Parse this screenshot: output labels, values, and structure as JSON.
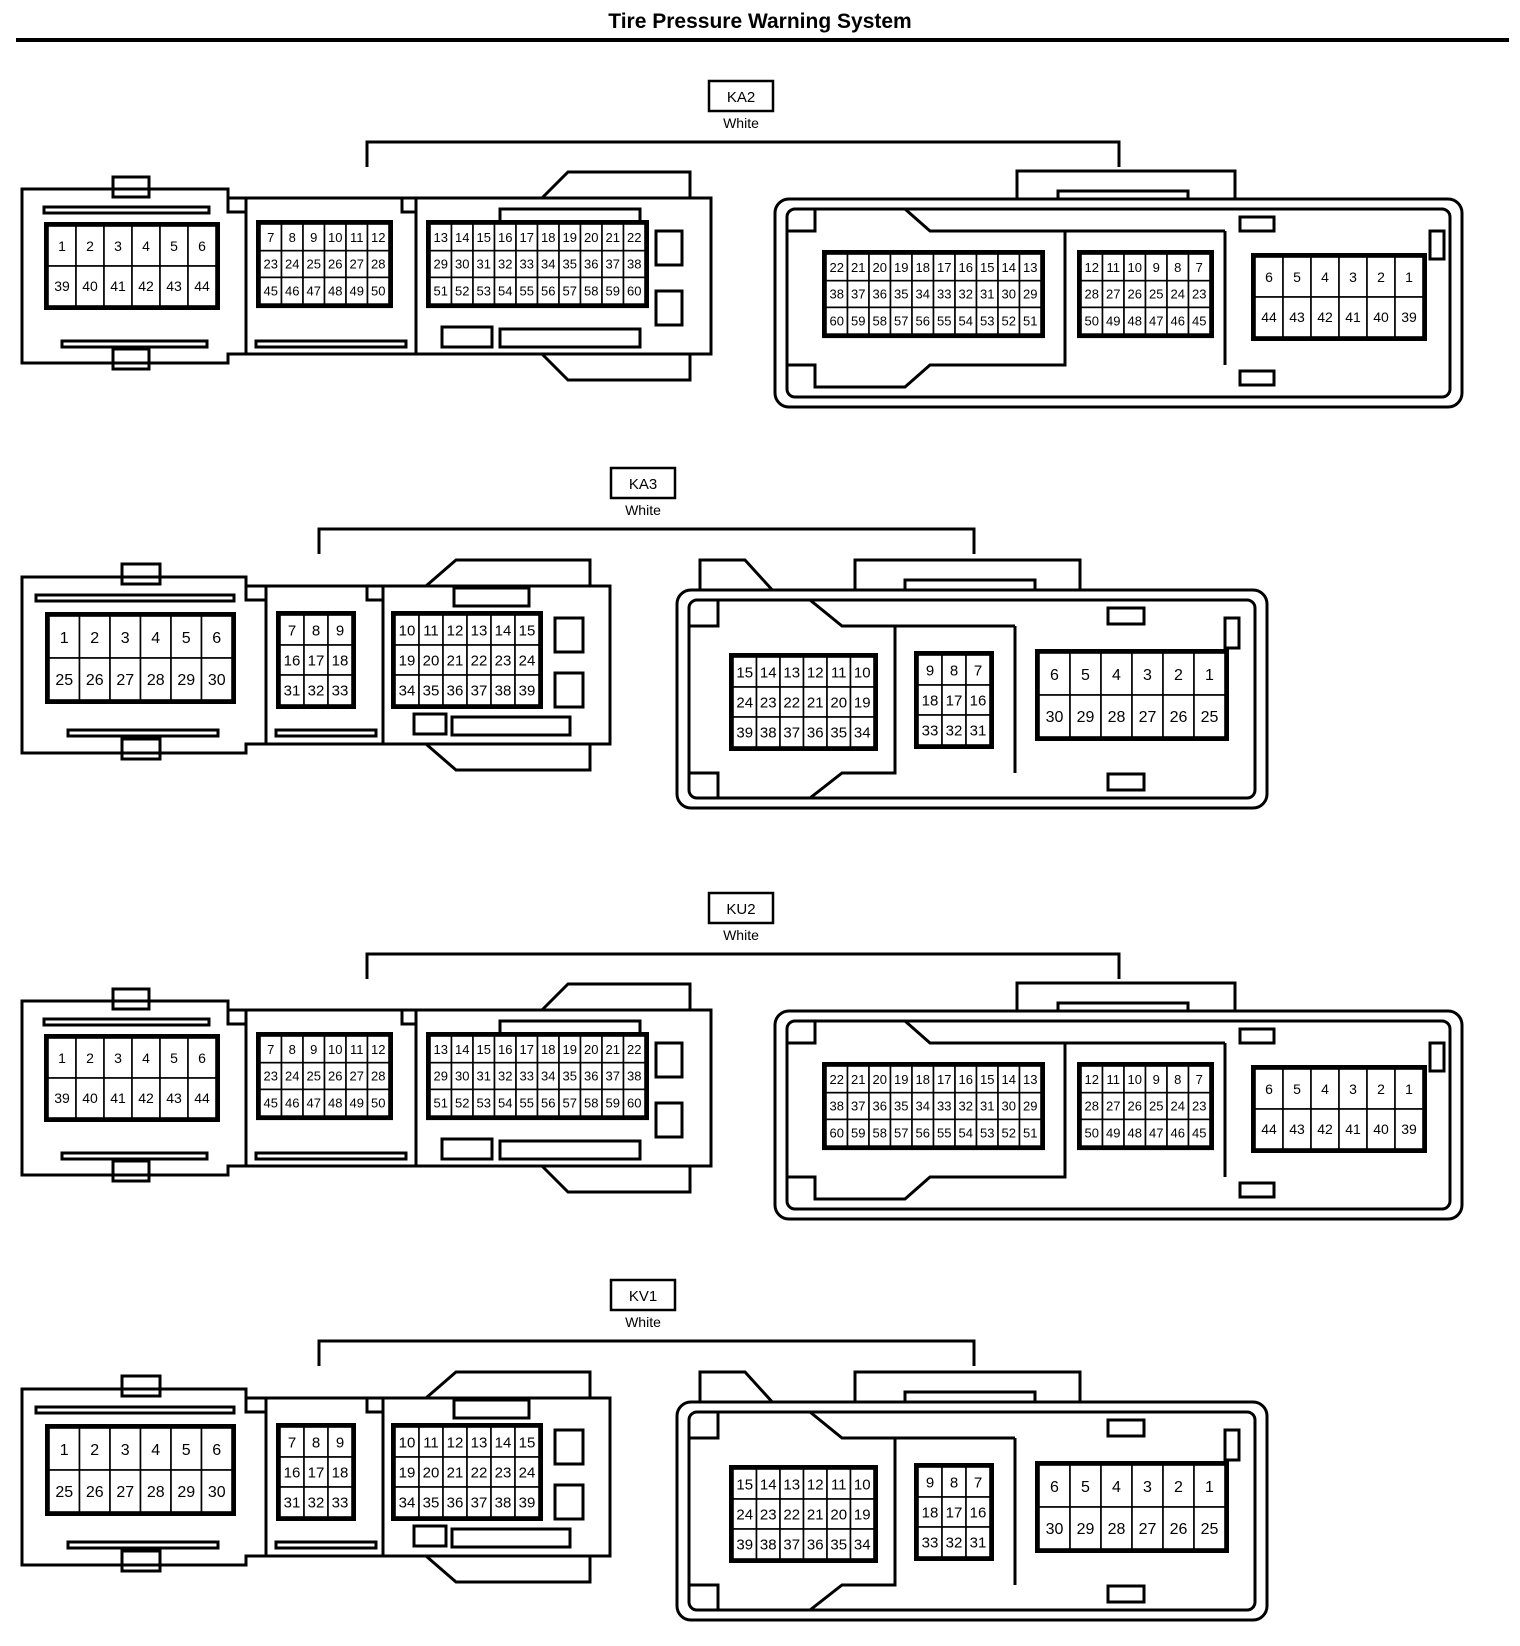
{
  "title": "Tire Pressure Warning System",
  "connectors": [
    {
      "code": "KA2",
      "color_label": "White",
      "style": "large",
      "left_view": {
        "blocks": [
          [
            [
              "1",
              "2",
              "3",
              "4",
              "5",
              "6"
            ],
            [
              "39",
              "40",
              "41",
              "42",
              "43",
              "44"
            ]
          ],
          [
            [
              "7",
              "8",
              "9",
              "10",
              "11",
              "12"
            ],
            [
              "23",
              "24",
              "25",
              "26",
              "27",
              "28"
            ],
            [
              "45",
              "46",
              "47",
              "48",
              "49",
              "50"
            ]
          ],
          [
            [
              "13",
              "14",
              "15",
              "16",
              "17",
              "18",
              "19",
              "20",
              "21",
              "22"
            ],
            [
              "29",
              "30",
              "31",
              "32",
              "33",
              "34",
              "35",
              "36",
              "37",
              "38"
            ],
            [
              "51",
              "52",
              "53",
              "54",
              "55",
              "56",
              "57",
              "58",
              "59",
              "60"
            ]
          ]
        ]
      },
      "right_view": {
        "blocks": [
          [
            [
              "22",
              "21",
              "20",
              "19",
              "18",
              "17",
              "16",
              "15",
              "14",
              "13"
            ],
            [
              "38",
              "37",
              "36",
              "35",
              "34",
              "33",
              "32",
              "31",
              "30",
              "29"
            ],
            [
              "60",
              "59",
              "58",
              "57",
              "56",
              "55",
              "54",
              "53",
              "52",
              "51"
            ]
          ],
          [
            [
              "12",
              "11",
              "10",
              "9",
              "8",
              "7"
            ],
            [
              "28",
              "27",
              "26",
              "25",
              "24",
              "23"
            ],
            [
              "50",
              "49",
              "48",
              "47",
              "46",
              "45"
            ]
          ],
          [
            [
              "6",
              "5",
              "4",
              "3",
              "2",
              "1"
            ],
            [
              "44",
              "43",
              "42",
              "41",
              "40",
              "39"
            ]
          ]
        ]
      }
    },
    {
      "code": "KA3",
      "color_label": "White",
      "style": "small",
      "left_view": {
        "blocks": [
          [
            [
              "1",
              "2",
              "3",
              "4",
              "5",
              "6"
            ],
            [
              "25",
              "26",
              "27",
              "28",
              "29",
              "30"
            ]
          ],
          [
            [
              "7",
              "8",
              "9"
            ],
            [
              "16",
              "17",
              "18"
            ],
            [
              "31",
              "32",
              "33"
            ]
          ],
          [
            [
              "10",
              "11",
              "12",
              "13",
              "14",
              "15"
            ],
            [
              "19",
              "20",
              "21",
              "22",
              "23",
              "24"
            ],
            [
              "34",
              "35",
              "36",
              "37",
              "38",
              "39"
            ]
          ]
        ]
      },
      "right_view": {
        "blocks": [
          [
            [
              "15",
              "14",
              "13",
              "12",
              "11",
              "10"
            ],
            [
              "24",
              "23",
              "22",
              "21",
              "20",
              "19"
            ],
            [
              "39",
              "38",
              "37",
              "36",
              "35",
              "34"
            ]
          ],
          [
            [
              "9",
              "8",
              "7"
            ],
            [
              "18",
              "17",
              "16"
            ],
            [
              "33",
              "32",
              "31"
            ]
          ],
          [
            [
              "6",
              "5",
              "4",
              "3",
              "2",
              "1"
            ],
            [
              "30",
              "29",
              "28",
              "27",
              "26",
              "25"
            ]
          ]
        ]
      }
    },
    {
      "code": "KU2",
      "color_label": "White",
      "style": "large",
      "left_view": {
        "blocks": [
          [
            [
              "1",
              "2",
              "3",
              "4",
              "5",
              "6"
            ],
            [
              "39",
              "40",
              "41",
              "42",
              "43",
              "44"
            ]
          ],
          [
            [
              "7",
              "8",
              "9",
              "10",
              "11",
              "12"
            ],
            [
              "23",
              "24",
              "25",
              "26",
              "27",
              "28"
            ],
            [
              "45",
              "46",
              "47",
              "48",
              "49",
              "50"
            ]
          ],
          [
            [
              "13",
              "14",
              "15",
              "16",
              "17",
              "18",
              "19",
              "20",
              "21",
              "22"
            ],
            [
              "29",
              "30",
              "31",
              "32",
              "33",
              "34",
              "35",
              "36",
              "37",
              "38"
            ],
            [
              "51",
              "52",
              "53",
              "54",
              "55",
              "56",
              "57",
              "58",
              "59",
              "60"
            ]
          ]
        ]
      },
      "right_view": {
        "blocks": [
          [
            [
              "22",
              "21",
              "20",
              "19",
              "18",
              "17",
              "16",
              "15",
              "14",
              "13"
            ],
            [
              "38",
              "37",
              "36",
              "35",
              "34",
              "33",
              "32",
              "31",
              "30",
              "29"
            ],
            [
              "60",
              "59",
              "58",
              "57",
              "56",
              "55",
              "54",
              "53",
              "52",
              "51"
            ]
          ],
          [
            [
              "12",
              "11",
              "10",
              "9",
              "8",
              "7"
            ],
            [
              "28",
              "27",
              "26",
              "25",
              "24",
              "23"
            ],
            [
              "50",
              "49",
              "48",
              "47",
              "46",
              "45"
            ]
          ],
          [
            [
              "6",
              "5",
              "4",
              "3",
              "2",
              "1"
            ],
            [
              "44",
              "43",
              "42",
              "41",
              "40",
              "39"
            ]
          ]
        ]
      }
    },
    {
      "code": "KV1",
      "color_label": "White",
      "style": "small",
      "left_view": {
        "blocks": [
          [
            [
              "1",
              "2",
              "3",
              "4",
              "5",
              "6"
            ],
            [
              "25",
              "26",
              "27",
              "28",
              "29",
              "30"
            ]
          ],
          [
            [
              "7",
              "8",
              "9"
            ],
            [
              "16",
              "17",
              "18"
            ],
            [
              "31",
              "32",
              "33"
            ]
          ],
          [
            [
              "10",
              "11",
              "12",
              "13",
              "14",
              "15"
            ],
            [
              "19",
              "20",
              "21",
              "22",
              "23",
              "24"
            ],
            [
              "34",
              "35",
              "36",
              "37",
              "38",
              "39"
            ]
          ]
        ]
      },
      "right_view": {
        "blocks": [
          [
            [
              "15",
              "14",
              "13",
              "12",
              "11",
              "10"
            ],
            [
              "24",
              "23",
              "22",
              "21",
              "20",
              "19"
            ],
            [
              "39",
              "38",
              "37",
              "36",
              "35",
              "34"
            ]
          ],
          [
            [
              "9",
              "8",
              "7"
            ],
            [
              "18",
              "17",
              "16"
            ],
            [
              "33",
              "32",
              "31"
            ]
          ],
          [
            [
              "6",
              "5",
              "4",
              "3",
              "2",
              "1"
            ],
            [
              "30",
              "29",
              "28",
              "27",
              "26",
              "25"
            ]
          ]
        ]
      }
    }
  ]
}
